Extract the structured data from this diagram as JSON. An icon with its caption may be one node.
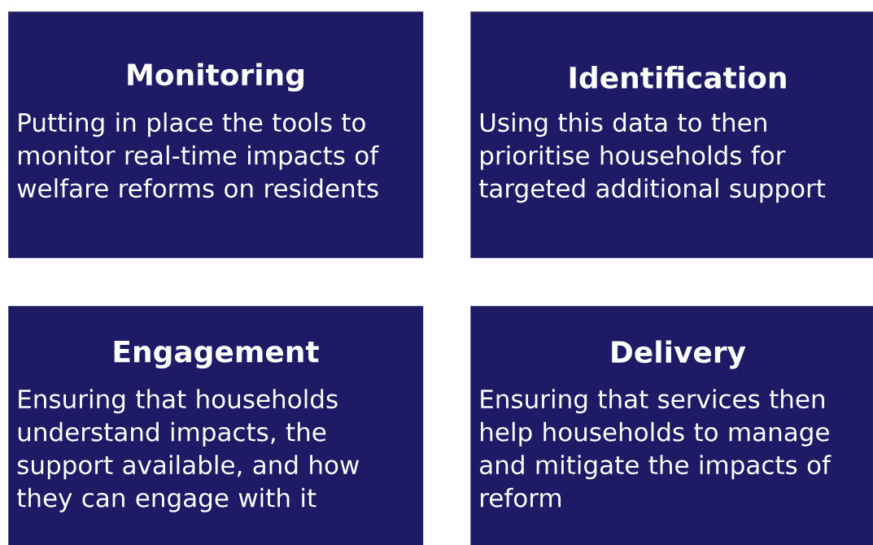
{
  "diagram": {
    "nodes": [
      {
        "text": [
          "Monitoring",
          "Putting in place the tools to monitor real-time impacts of welfare reforms on residents"
        ]
      },
      {
        "text": [
          "Identification",
          "Using this data to then prioritise households for targeted additional support"
        ]
      },
      {
        "text": [
          "Engagement",
          "Ensuring that households understand impacts, the support available, and how they can engage with it"
        ]
      },
      {
        "text": [
          "Delivery",
          "Ensuring that services then help households to manage and mitigate the impacts of reform"
        ]
      }
    ]
  }
}
